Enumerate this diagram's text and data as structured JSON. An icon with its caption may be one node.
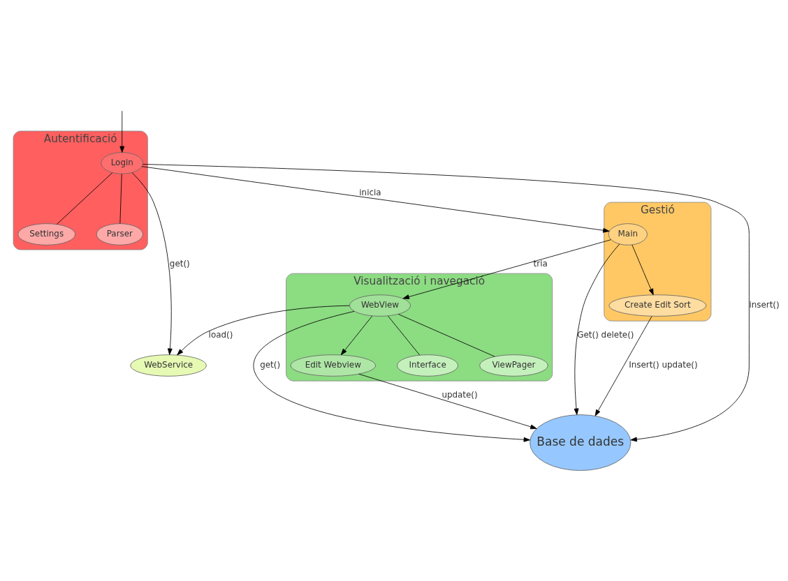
{
  "diagram": {
    "nodes": [
      {
        "text": [
          "Autentificació"
        ]
      },
      {
        "text": [
          "Settings"
        ],
        "in": 0
      },
      {
        "text": [
          "Login"
        ],
        "in": 0
      },
      {
        "text": [
          "Parser"
        ],
        "in": 0
      },
      {
        "text": [
          "WebService"
        ]
      },
      {
        "text": [
          "Base de dades"
        ]
      },
      {
        "text": [
          "Gestió"
        ]
      },
      {
        "text": [
          "Create Edit Sort"
        ],
        "in": 6
      },
      {
        "text": [
          "Main"
        ],
        "in": 6
      },
      {
        "text": [
          "Visualització i navegació"
        ]
      },
      {
        "text": [
          "WebView"
        ],
        "in": 9
      },
      {
        "text": [
          "Edit Webview"
        ],
        "in": 9
      },
      {
        "text": [
          "Interface"
        ],
        "in": 9
      },
      {
        "text": [
          "ViewPager"
        ],
        "in": 9
      }
    ],
    "edges": [
      {
        "from": null,
        "to": 2,
        "arrow": "to"
      },
      {
        "from": 2,
        "to": 1,
        "arrow": "none"
      },
      {
        "from": 2,
        "to": 3,
        "arrow": "none"
      },
      {
        "from": 2,
        "to": 4,
        "arrow": "to",
        "label": "get()"
      },
      {
        "from": 2,
        "to": 5,
        "arrow": "to",
        "label": "insert()"
      },
      {
        "from": 2,
        "to": 8,
        "arrow": "to",
        "label": "inicia"
      },
      {
        "from": 7,
        "to": 5,
        "arrow": "to",
        "label": "Insert() update()"
      },
      {
        "from": 8,
        "to": 7,
        "arrow": "to"
      },
      {
        "from": 8,
        "to": 5,
        "arrow": "to",
        "label": "Get() delete()"
      },
      {
        "from": 8,
        "to": 10,
        "arrow": "to",
        "label": "tria"
      },
      {
        "from": 10,
        "to": 5,
        "arrow": "to",
        "label": "get()"
      },
      {
        "from": 10,
        "to": 4,
        "arrow": "to",
        "label": "load()"
      },
      {
        "from": 11,
        "to": 5,
        "arrow": "to",
        "label": "update()"
      },
      {
        "from": 10,
        "to": 11,
        "arrow": "to"
      },
      {
        "from": 10,
        "to": 12,
        "arrow": "none"
      },
      {
        "from": 10,
        "to": 13,
        "arrow": "none"
      }
    ]
  }
}
